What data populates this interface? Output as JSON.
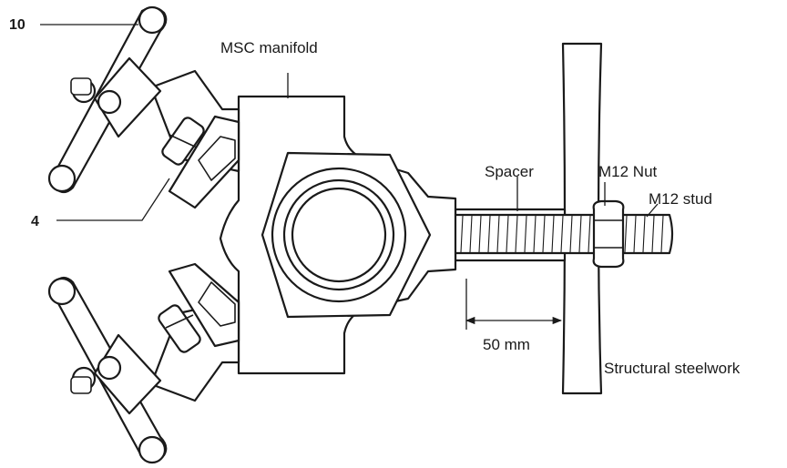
{
  "labels": {
    "item_10": "10",
    "item_4": "4",
    "manifold": "MSC manifold",
    "spacer": "Spacer",
    "nut": "M12 Nut",
    "stud": "M12 stud",
    "dimension": "50 mm",
    "steelwork": "Structural steelwork"
  },
  "colors": {
    "line": "#1a1a1a",
    "fill": "#ffffff"
  }
}
